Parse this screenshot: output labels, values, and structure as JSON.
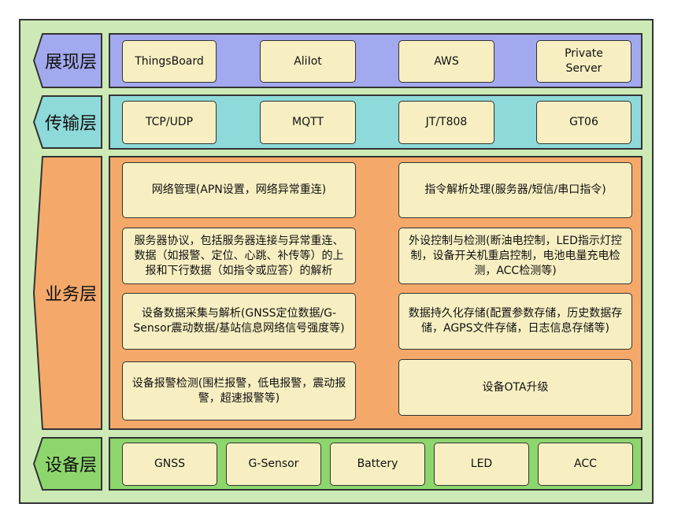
{
  "layers": {
    "presentation": {
      "label": "展现层",
      "color": "#a3a9ee",
      "items": [
        "ThingsBoard",
        "AliIot",
        "AWS",
        "Private Server"
      ]
    },
    "transport": {
      "label": "传输层",
      "color": "#8ed9d9",
      "items": [
        "TCP/UDP",
        "MQTT",
        "JT/T808",
        "GT06"
      ]
    },
    "business": {
      "label": "业务层",
      "color": "#f4a96a",
      "items": [
        "网络管理(APN设置，网络异常重连)",
        "指令解析处理(服务器/短信/串口指令)",
        "服务器协议，包括服务器连接与异常重连、数据（如报警、定位、心跳、补传等）的上报和下行数据（如指令或应答）的解析",
        "外设控制与检测(断油电控制，LED指示灯控制，设备开关机重启控制，电池电量充电检测，ACC检测等)",
        "设备数据采集与解析(GNSS定位数据/G-Sensor震动数据/基站信息网络信号强度等)",
        "数据持久化存储(配置参数存储，历史数据存储，AGPS文件存储，日志信息存储等)",
        "设备报警检测(围栏报警，低电报警，震动报警，超速报警等)",
        "设备OTA升级"
      ]
    },
    "device": {
      "label": "设备层",
      "color": "#8dd66d",
      "items": [
        "GNSS",
        "G-Sensor",
        "Battery",
        "LED",
        "ACC"
      ]
    }
  },
  "colors": {
    "frame_background": "#cdeab6",
    "box_fill": "#f7efc2",
    "border": "#333333"
  }
}
